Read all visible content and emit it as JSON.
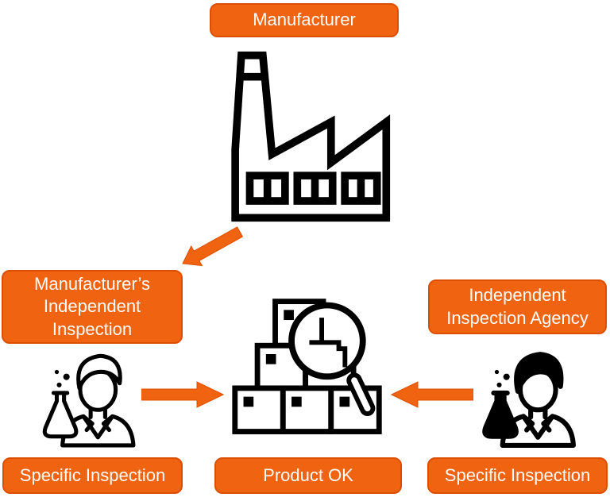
{
  "colors": {
    "node_fill": "#EF6311",
    "node_border": "#DD4F00",
    "node_text": "#FFFFFF",
    "arrow_fill": "#EF6311",
    "icon_color": "#000000",
    "background": "#FFFFFF"
  },
  "nodes": {
    "manufacturer": {
      "label": "Manufacturer"
    },
    "manufacturer_inspection": {
      "label": "Manufacturer’s Independent Inspection"
    },
    "independent_agency": {
      "label": "Independent Inspection Agency"
    },
    "specific_inspection_left": {
      "label": "Specific Inspection"
    },
    "product_ok": {
      "label": "Product OK"
    },
    "specific_inspection_right": {
      "label": "Specific Inspection"
    }
  },
  "icons": {
    "factory": "factory-icon",
    "left_inspector": "scientist-with-flask-outline-icon",
    "product_check": "stacked-boxes-magnifier-icon",
    "right_inspector": "scientist-with-flask-filled-icon"
  },
  "arrows": {
    "manufacturer_to_inspection": "down-left",
    "left_inspector_to_product": "right",
    "right_inspector_to_product": "left"
  }
}
